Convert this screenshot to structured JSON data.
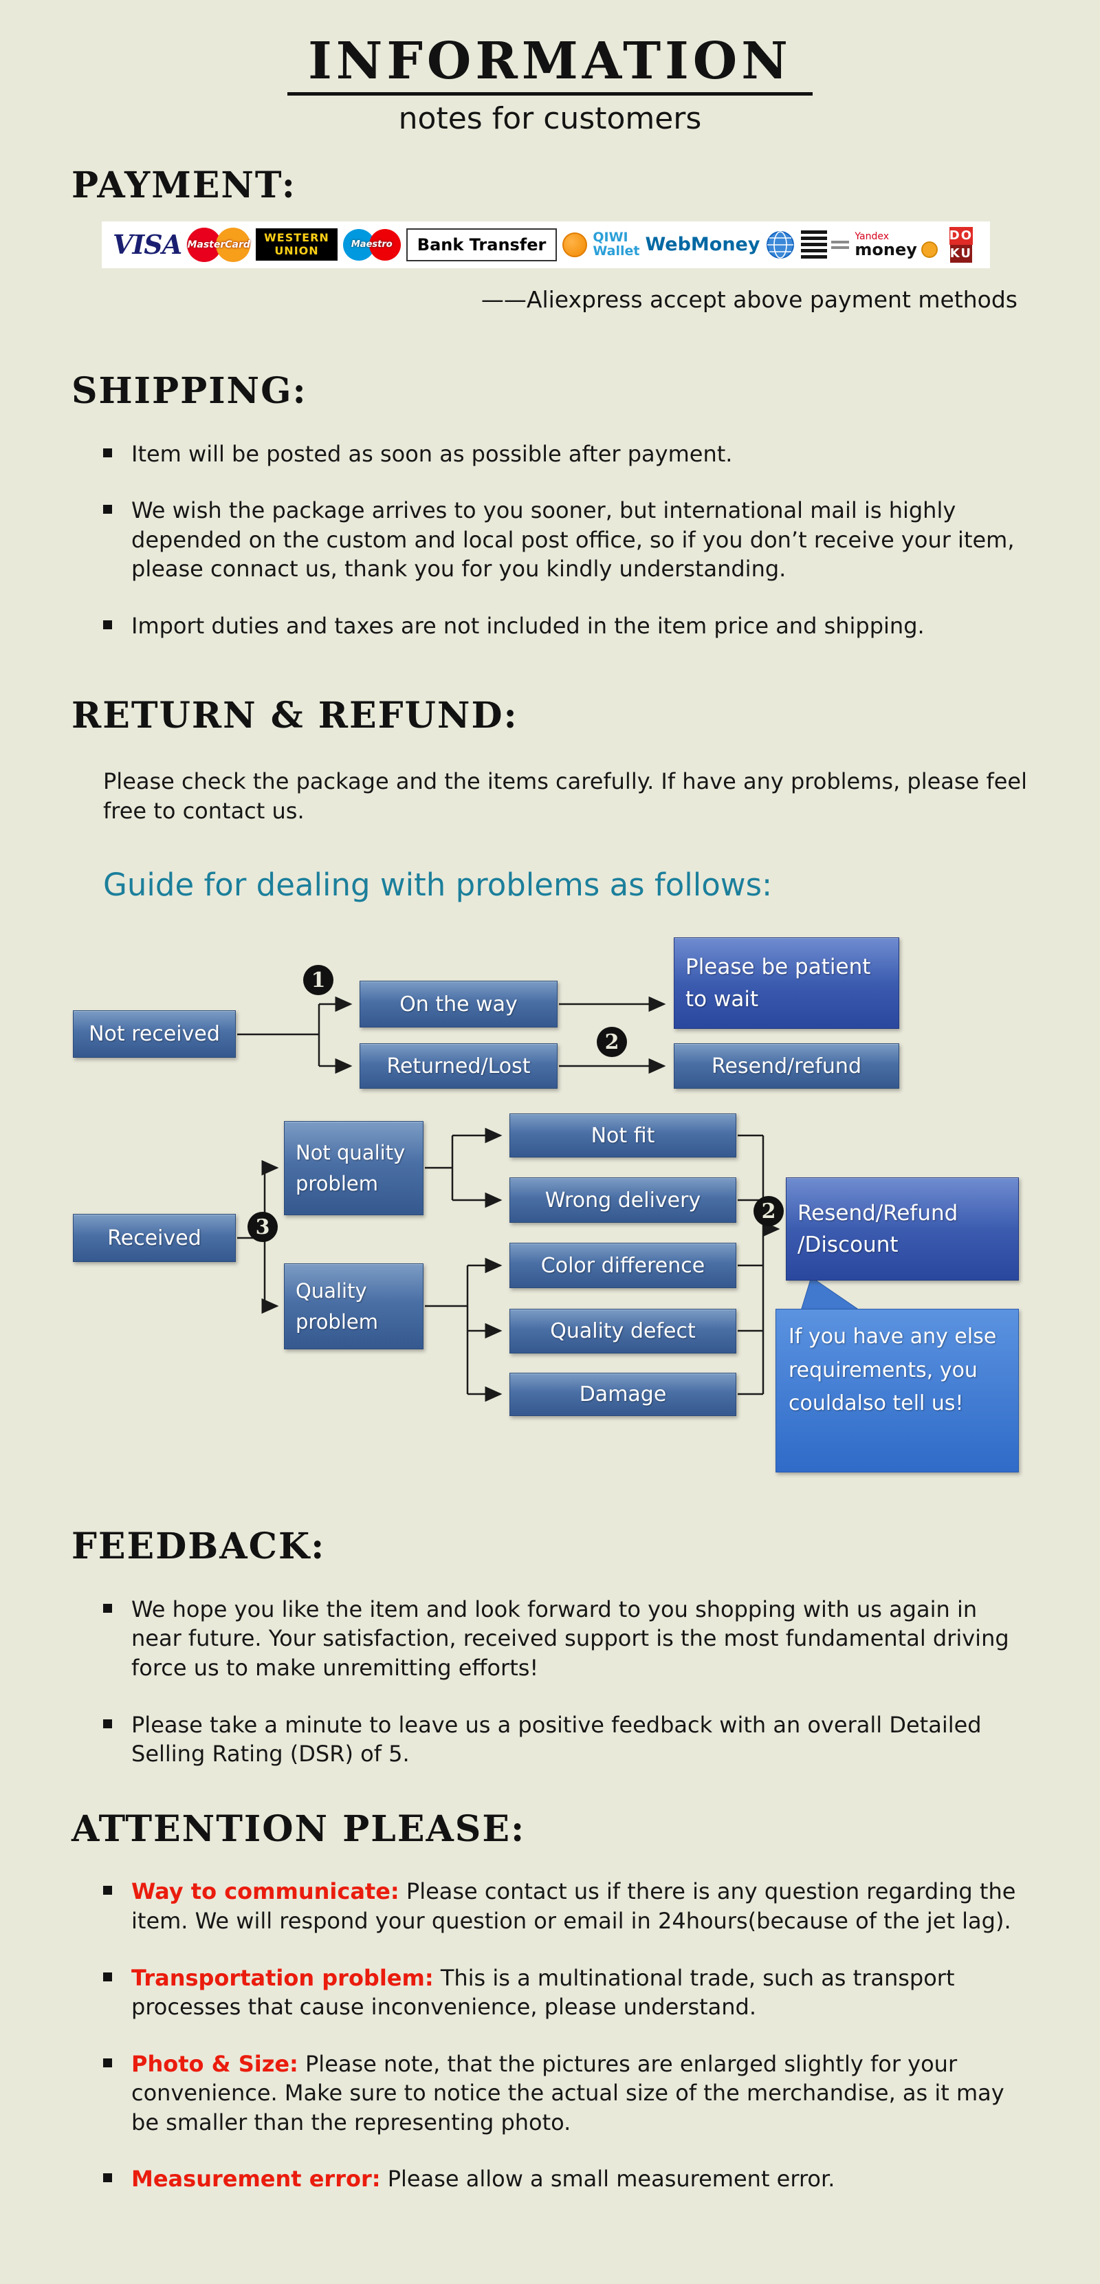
{
  "page": {
    "title": "INFORMATION",
    "subtitle": "notes for customers"
  },
  "payment": {
    "heading": "PAYMENT:",
    "note": "——Aliexpress accept above payment methods",
    "methods": {
      "visa": "VISA",
      "mastercard": "MasterCard",
      "western_union_line1": "WESTERN",
      "western_union_line2": "UNION",
      "maestro": "Maestro",
      "bank_transfer": "Bank Transfer",
      "qiwi_line1": "QIWI",
      "qiwi_line2": "Wallet",
      "webmoney": "WebMoney",
      "yandex_line1": "Yandex",
      "yandex_line2": "money",
      "doku_line1": "DO",
      "doku_line2": "KU"
    }
  },
  "shipping": {
    "heading": "SHIPPING:",
    "items": [
      "Item will be posted as soon as possible after payment.",
      "We wish the package arrives to you sooner, but international mail is highly depended on the custom and local post office, so if you don’t receive your item, please connact us, thank you for you kindly understanding.",
      "Import duties and taxes are not included in the item price and shipping."
    ]
  },
  "returns": {
    "heading": "RETURN & REFUND:",
    "body": "Please check the package  and the items carefully. If have any problems, please feel free to contact us.",
    "guide_heading": "Guide for dealing with problems as follows:"
  },
  "flowchart": {
    "not_received": "Not received",
    "on_the_way": "On the way",
    "returned_lost": "Returned/Lost",
    "be_patient": "Please be patient\nto wait",
    "resend_refund": "Resend/refund",
    "received": "Received",
    "not_quality_problem": "Not quality\nproblem",
    "quality_problem": "Quality\nproblem",
    "not_fit": "Not fit",
    "wrong_delivery": "Wrong delivery",
    "color_difference": "Color difference",
    "quality_defect": "Quality defect",
    "damage": "Damage",
    "resend_refund_discount": "Resend/Refund\n/Discount",
    "bubble": "If you have any else\nrequirements, you\ncouldalso tell us!",
    "step1": "1",
    "step2": "2",
    "step3": "3"
  },
  "feedback": {
    "heading": "FEEDBACK:",
    "items": [
      "We hope you like the item and look forward to you shopping with  us again in near future. Your satisfaction, received support is  the most fundamental driving force us to make unremitting  efforts!",
      "Please take a minute to leave us a positive feedback with an  overall Detailed Selling Rating (DSR) of 5."
    ]
  },
  "attention": {
    "heading": "ATTENTION PLEASE:",
    "items": [
      {
        "label": "Way to communicate:",
        "text": "Please contact us if there is any question regarding the item. We will respond your question or email in 24hours(because of the jet lag)."
      },
      {
        "label": "Transportation problem:",
        "text": "This is a multinational trade, such as transport processes that cause inconvenience, please understand."
      },
      {
        "label": "Photo & Size:",
        "text": "Please note, that the pictures are enlarged slightly for your convenience. Make sure to notice the actual size of the merchandise, as it may be smaller than the representing photo."
      },
      {
        "label": "Measurement error:",
        "text": "Please allow a small measurement error."
      }
    ]
  },
  "colors": {
    "background": "#e9e9da",
    "heading": "#121212",
    "guide_heading": "#1b7f9b",
    "attention_label": "#ea1c0d",
    "flow_box_steel_blue": "#4a6fa5",
    "flow_box_royal_blue": "#3c5cb0",
    "bubble_blue": "#3a7bd5"
  }
}
